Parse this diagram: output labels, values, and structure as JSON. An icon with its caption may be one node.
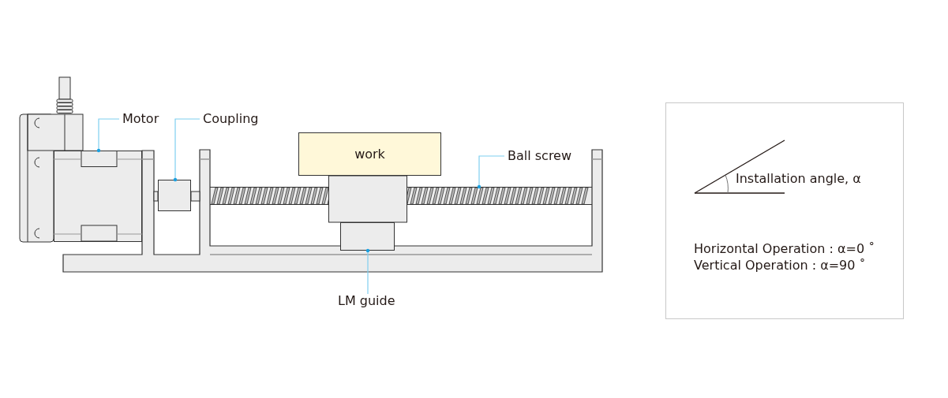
{
  "diagram": {
    "nodes": [
      {
        "text": [
          "Motor"
        ]
      },
      {
        "text": [],
        "shape": "box"
      },
      {
        "text": [
          "Coupling"
        ]
      },
      {
        "text": [],
        "shape": "box"
      },
      {
        "text": [
          "work"
        ]
      },
      {
        "text": [
          "Ball screw"
        ]
      },
      {
        "text": [],
        "shape": "bar"
      },
      {
        "text": [
          "LM guide"
        ]
      },
      {
        "text": [],
        "shape": "box"
      },
      {
        "text": [
          "Installation angle, α",
          "Horizontal Operation : α=0 ˚",
          "Vertical Operation : α=90 ˚"
        ]
      }
    ],
    "edges": [
      {
        "from": 0,
        "to": 1,
        "arrow": "other",
        "color": "#7fcff0"
      },
      {
        "from": 2,
        "to": 3,
        "arrow": "other",
        "color": "#7fcff0"
      },
      {
        "from": 5,
        "to": 6,
        "arrow": "other",
        "color": "#7fcff0"
      },
      {
        "from": 7,
        "to": 8,
        "arrow": "other",
        "color": "#7fcff0"
      }
    ]
  }
}
